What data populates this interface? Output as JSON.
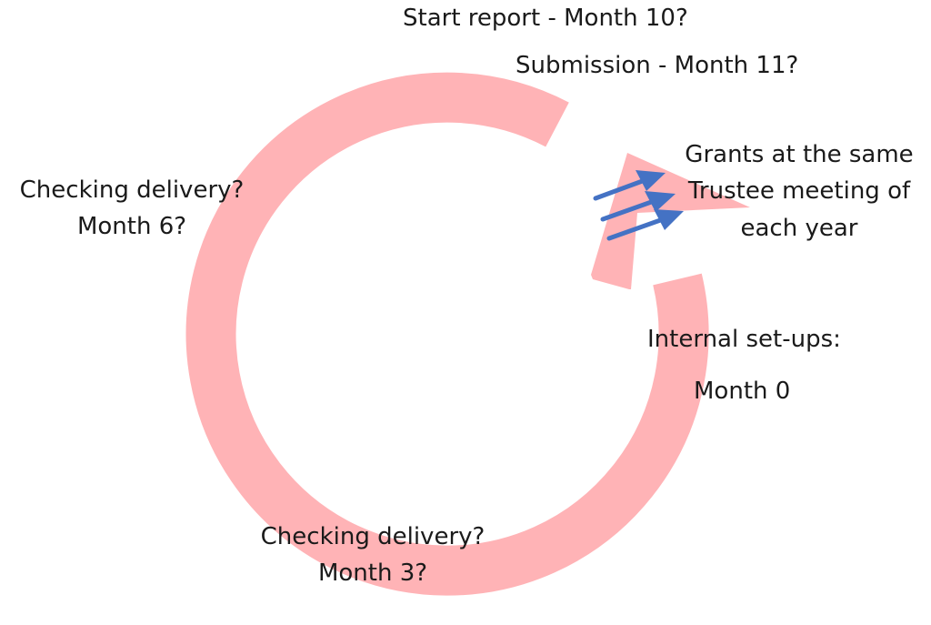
{
  "colors": {
    "cycle_arrow": "#ffb3b6",
    "grant_arrows": "#4472c4",
    "text": "#1a1a1a"
  },
  "labels": {
    "start_report": "Start report - Month 10?",
    "submission": "Submission - Month 11?",
    "grants": [
      "Grants at the same",
      "Trustee meeting of",
      "each year"
    ],
    "checking_month6": [
      "Checking delivery?",
      "Month 6?"
    ],
    "internal_setups": "Internal set-ups:",
    "month0": "Month 0",
    "checking_month3": [
      "Checking delivery?",
      "Month 3?"
    ]
  }
}
